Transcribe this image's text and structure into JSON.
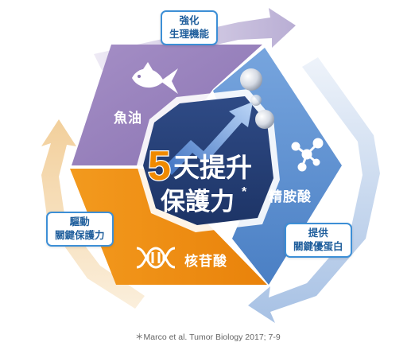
{
  "center": {
    "title_number": "5",
    "title_line1": "天提升",
    "title_line2": "保護力",
    "asterisk": "*"
  },
  "segments": {
    "fish_oil": {
      "label": "魚油",
      "color": "#9b84bd",
      "icon": "fish-icon"
    },
    "arginine": {
      "label": "精胺酸",
      "color": "#5b8fd0",
      "icon": "molecule-icon"
    },
    "nucleotide": {
      "label": "核苷酸",
      "color": "#ef8d0f",
      "icon": "dna-icon"
    }
  },
  "tags": {
    "top": {
      "line1": "強化",
      "line2": "生理機能"
    },
    "left": {
      "line1": "驅動",
      "line2": "關鍵保護力"
    },
    "right": {
      "line1": "提供",
      "line2": "關鍵優蛋白"
    }
  },
  "footnote": "＊Marco et al. Tumor Biology 2017; 7-9"
}
